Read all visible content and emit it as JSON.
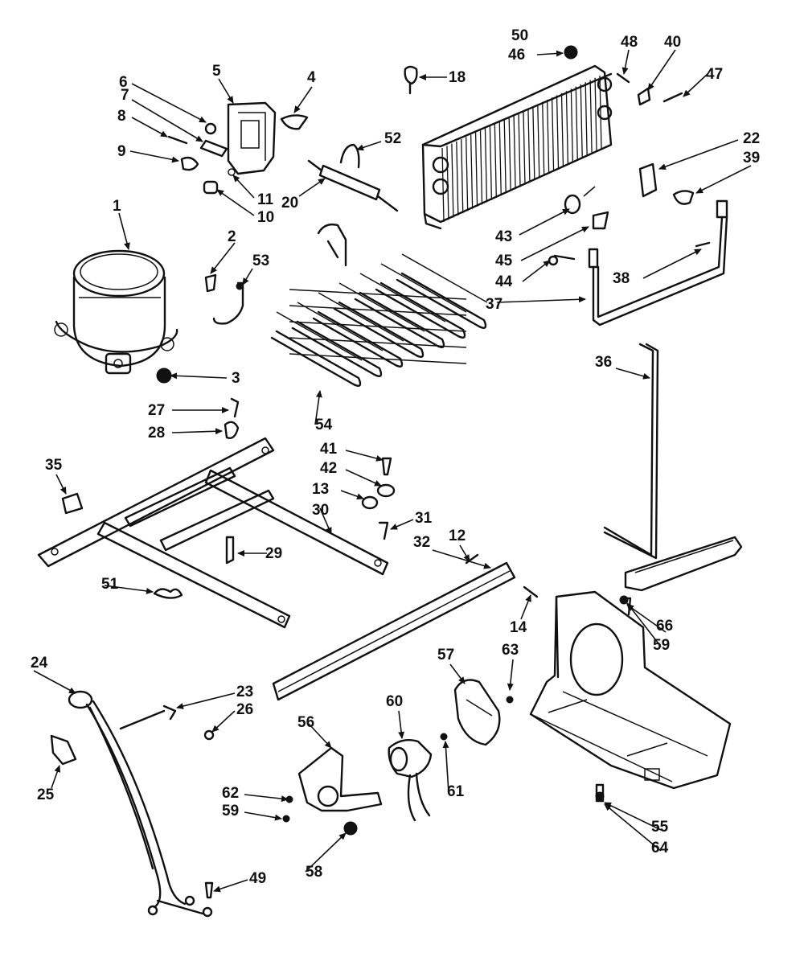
{
  "labels": [
    "1",
    "2",
    "3",
    "4",
    "5",
    "6",
    "7",
    "8",
    "9",
    "10",
    "11",
    "12",
    "13",
    "14",
    "18",
    "20",
    "22",
    "23",
    "24",
    "25",
    "26",
    "27",
    "28",
    "29",
    "30",
    "31",
    "32",
    "35",
    "36",
    "37",
    "38",
    "39",
    "40",
    "41",
    "42",
    "43",
    "44",
    "45",
    "46",
    "47",
    "48",
    "49",
    "50",
    "51",
    "52",
    "53",
    "54",
    "55",
    "56",
    "57",
    "58",
    "59",
    "59",
    "60",
    "61",
    "62",
    "63",
    "64",
    "66"
  ]
}
